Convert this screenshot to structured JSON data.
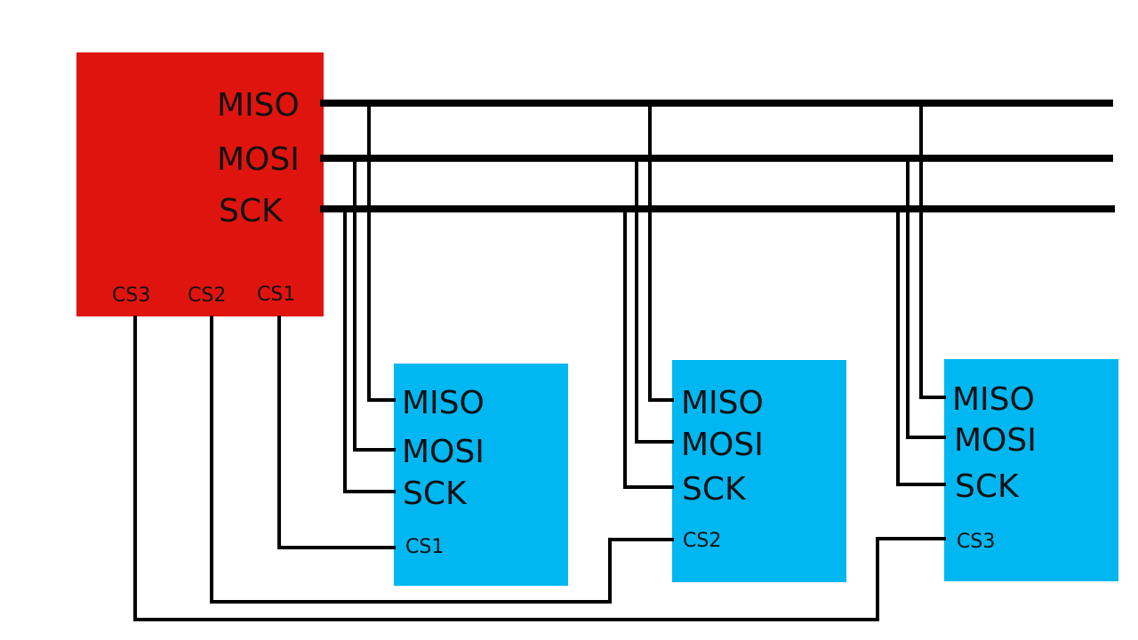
{
  "master": {
    "color": "#E0140F",
    "pins": {
      "miso": "MISO",
      "mosi": "MOSI",
      "sck": "SCK"
    },
    "cs": {
      "cs3": "CS3",
      "cs2": "CS2",
      "cs1": "CS1"
    }
  },
  "slaves": [
    {
      "miso": "MISO",
      "mosi": "MOSI",
      "sck": "SCK",
      "cs": "CS1"
    },
    {
      "miso": "MISO",
      "mosi": "MOSI",
      "sck": "SCK",
      "cs": "CS2"
    },
    {
      "miso": "MISO",
      "mosi": "MOSI",
      "sck": "SCK",
      "cs": "CS3"
    }
  ],
  "colors": {
    "master": "#E0140F",
    "slave": "#00B7F1",
    "wire": "#000000"
  }
}
